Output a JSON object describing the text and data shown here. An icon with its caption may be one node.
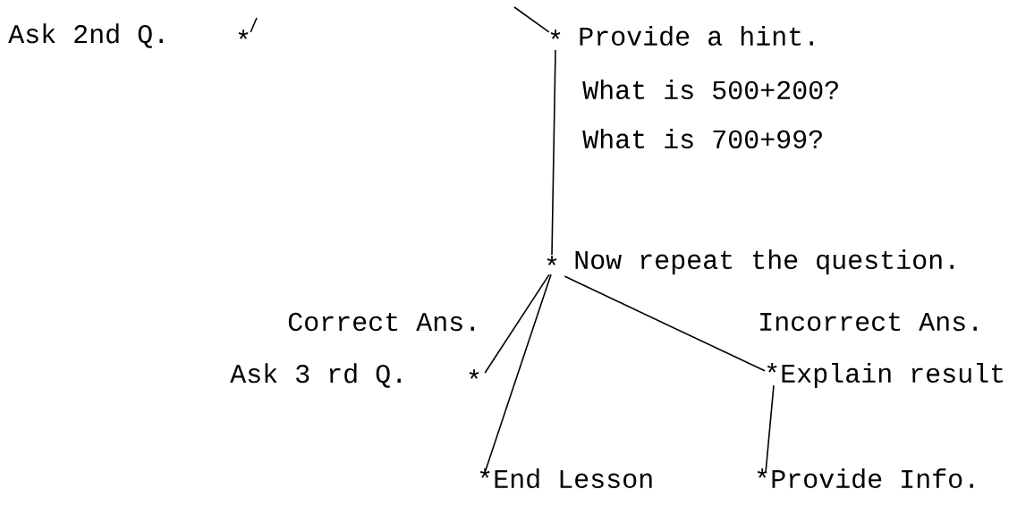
{
  "diagram": {
    "nodes": [
      {
        "text": [
          "Ask 2nd Q.",
          "*"
        ]
      },
      {
        "text": [
          "*",
          "Provide a hint."
        ]
      },
      {
        "text": [
          "*",
          "Now repeat the question."
        ]
      },
      {
        "text": [
          "Ask 3 rd Q.",
          "*"
        ]
      },
      {
        "text": [
          "*End Lesson"
        ]
      },
      {
        "text": [
          "*Explain result"
        ]
      },
      {
        "text": [
          "*Provide Info."
        ]
      }
    ],
    "edges": [
      {
        "from": null,
        "to": 0,
        "arrow": "none"
      },
      {
        "from": null,
        "to": 1,
        "arrow": "none"
      },
      {
        "from": 1,
        "to": 2,
        "arrow": "none"
      },
      {
        "from": 2,
        "to": 3,
        "label": "Correct Ans.",
        "arrow": "none"
      },
      {
        "from": 2,
        "to": 4,
        "arrow": "none"
      },
      {
        "from": 2,
        "to": 5,
        "label": "Incorrect Ans.",
        "arrow": "none"
      },
      {
        "from": 5,
        "to": 6,
        "arrow": "none"
      }
    ],
    "labels": [
      "What is 500+200?",
      "What is 700+99?"
    ]
  }
}
